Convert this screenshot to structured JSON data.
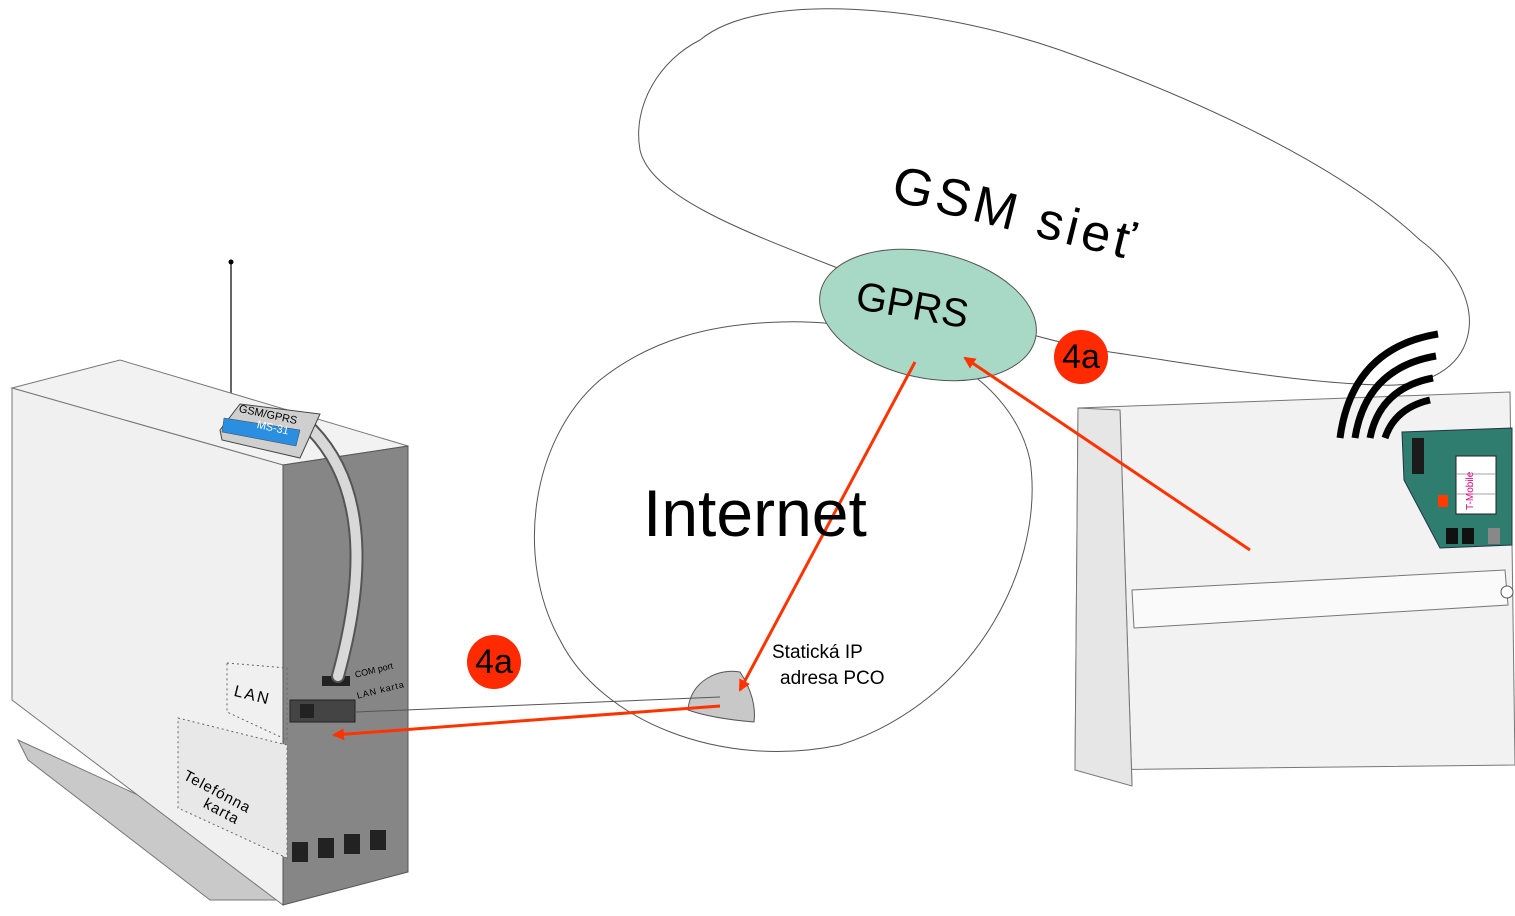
{
  "clouds": {
    "gsm": "GSM sieť",
    "gprs": "GPRS",
    "internet": "Internet"
  },
  "pco": {
    "modem_line1": "GSM/GPRS",
    "modem_line2": "MS-31",
    "com_port": "COM port",
    "lan_card": "LAN karta",
    "lan": "LAN",
    "phone_card_line1": "Telefónna",
    "phone_card_line2": "karta"
  },
  "static_ip": {
    "line1": "Statická IP",
    "line2": "adresa PCO"
  },
  "panel": {
    "sim_label": "T-Mobile"
  },
  "badges": {
    "left": "4a",
    "right": "4a"
  },
  "colors": {
    "arrow": "#ff3300",
    "badge": "#ff2a00",
    "gprs": "#a8d8c6",
    "pcb": "#2e7d6e",
    "sim_text": "#e4007a"
  }
}
